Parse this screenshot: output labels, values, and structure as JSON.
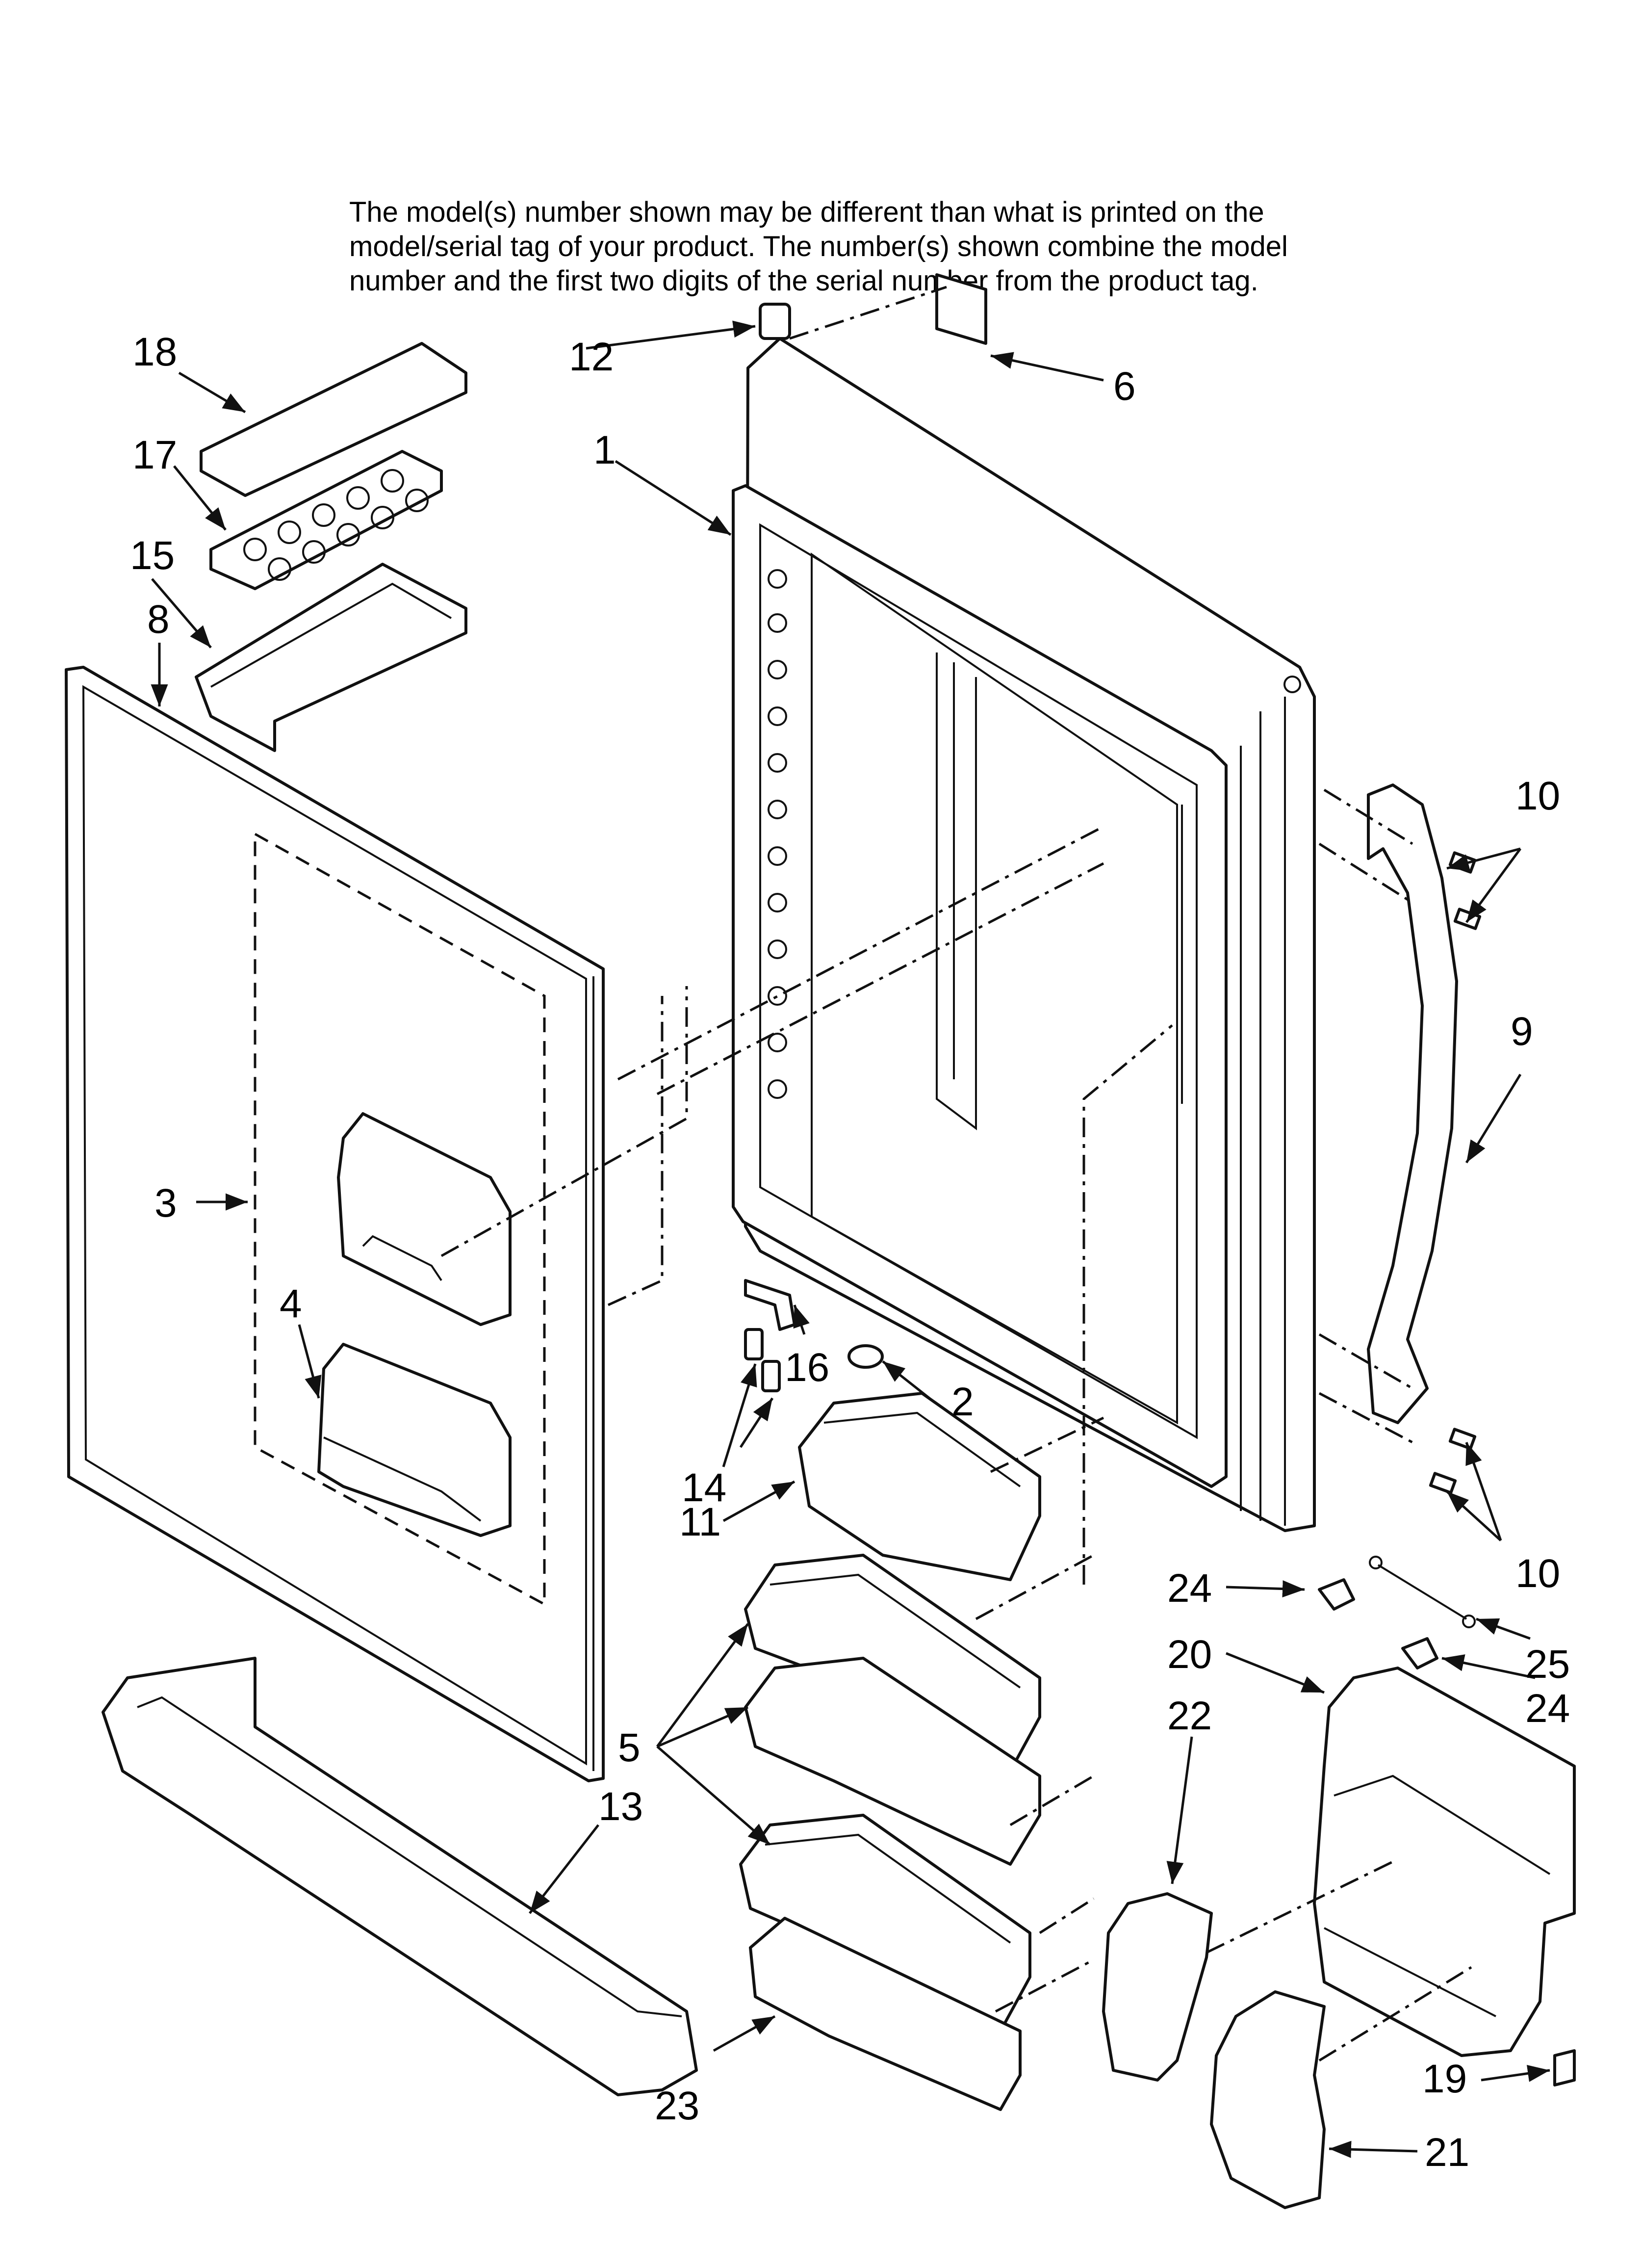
{
  "note": [
    "The model(s) number shown may be different than what is printed on the",
    "model/serial tag of your product. The number(s) shown combine the model",
    "number and the first two digits of the serial number from the product tag."
  ],
  "callouts": {
    "c1": "1",
    "c2": "2",
    "c3": "3",
    "c4": "4",
    "c5": "5",
    "c6": "6",
    "c8": "8",
    "c9": "9",
    "c10a": "10",
    "c10b": "10",
    "c11": "11",
    "c12": "12",
    "c13": "13",
    "c14": "14",
    "c15": "15",
    "c16": "16",
    "c17": "17",
    "c18": "18",
    "c19": "19",
    "c20": "20",
    "c21": "21",
    "c22": "22",
    "c23": "23",
    "c24a": "24",
    "c24b": "24",
    "c25": "25"
  }
}
